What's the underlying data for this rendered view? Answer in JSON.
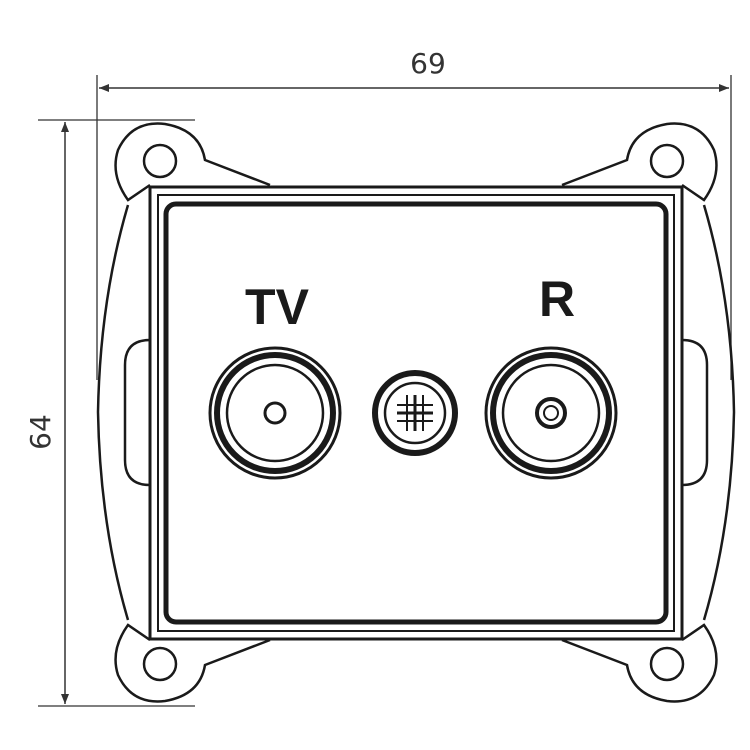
{
  "dimensions": {
    "width": "69",
    "height": "64"
  },
  "socket": {
    "tv_label": "TV",
    "r_label": "R"
  },
  "colors": {
    "line": "#1a1a1a",
    "dimension_line": "#333333"
  }
}
